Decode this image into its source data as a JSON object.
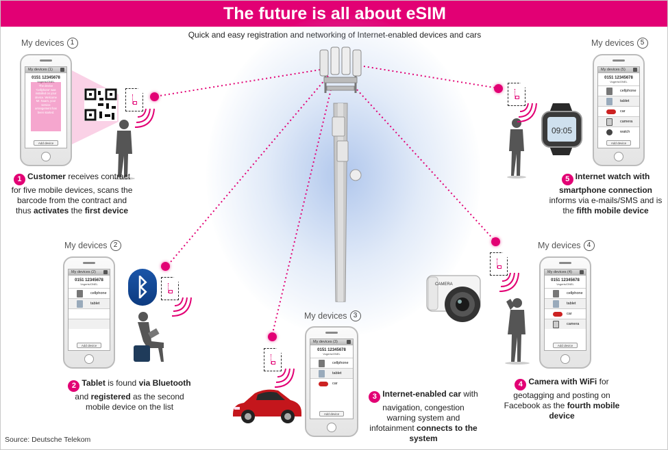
{
  "title": "The future is all about eSIM",
  "subtitle": "Quick and easy registration and networking of Internet-enabled devices and cars",
  "source": "Source: Deutsche Telekom",
  "accent_color": "#e20074",
  "header_label": "My devices",
  "phone_screen": {
    "bar_label": "My devices",
    "number": "0151 12345678",
    "operator": "Vogerts/ONEL",
    "add_button": "Add device",
    "overlay_text": "The device 'Cellphone' was installed on your device. Welcome Mr. Nuam, your service arrangement has been started."
  },
  "devices": {
    "d1": {
      "num": "1",
      "items": []
    },
    "d2": {
      "num": "2",
      "items": [
        "cellphone",
        "tablet"
      ]
    },
    "d3": {
      "num": "3",
      "items": [
        "cellphone",
        "tablet",
        "car"
      ]
    },
    "d4": {
      "num": "4",
      "items": [
        "cellphone",
        "tablet",
        "car",
        "camera"
      ]
    },
    "d5": {
      "num": "5",
      "items": [
        "cellphone",
        "tablet",
        "car",
        "camera",
        "watch"
      ]
    }
  },
  "steps": {
    "s1": {
      "num": "1",
      "b1": "Customer",
      "t1": " receives contract for five mobile devices, scans the barcode from the contract and thus ",
      "b2": "activates",
      "t2": " the ",
      "b3": "first device"
    },
    "s2": {
      "num": "2",
      "b1": "Tablet",
      "t1": " is found ",
      "b2": "via Bluetooth",
      "t2": " and ",
      "b3": "registered",
      "t3": " as the second mobile device on the list"
    },
    "s3": {
      "num": "3",
      "b1": "Internet-enabled car",
      "t1": " with navigation, congestion warning system and infotainment ",
      "b2": "connects to the system"
    },
    "s4": {
      "num": "4",
      "b1": "Camera with WiFi",
      "t1": " for geotagging and posting on Facebook as the ",
      "b2": "fourth mobile device"
    },
    "s5": {
      "num": "5",
      "b1": "Internet watch with smartphone connection",
      "t1": " informs via e-mails/SMS and is the ",
      "b2": "fifth mobile device"
    }
  },
  "watch_time": "09:05",
  "camera_brand": "CAMERA",
  "bluetooth_symbol": "ᛒ",
  "icons": [
    "cell-tower-icon",
    "qr-code-icon",
    "esim-card-icon",
    "signal-waves-icon",
    "bluetooth-icon",
    "car-icon",
    "camera-icon",
    "smartwatch-icon",
    "person-silhouette-icon"
  ]
}
